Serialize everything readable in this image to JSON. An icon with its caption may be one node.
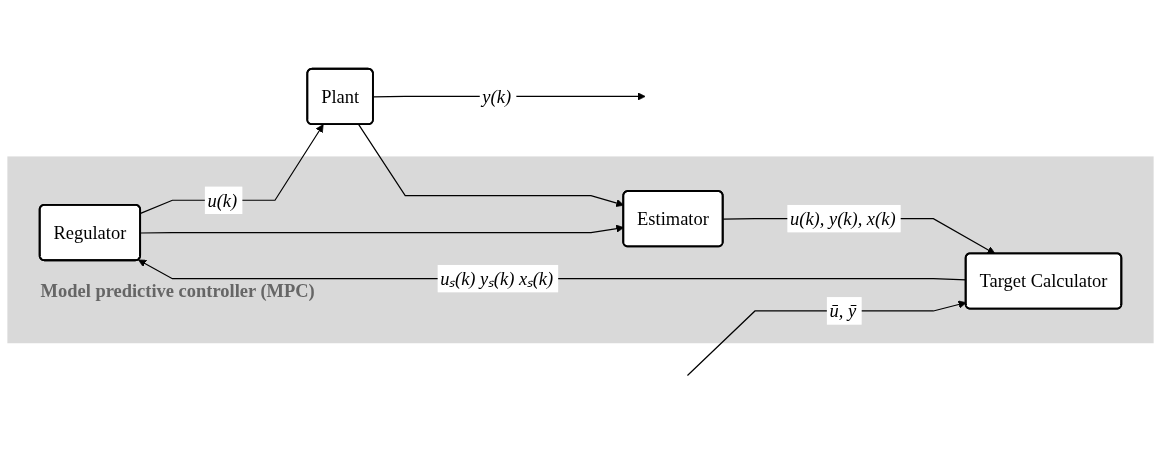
{
  "diagram": {
    "nodes": [
      {
        "text": [
          "Model predictive controller (MPC)"
        ]
      },
      {
        "text": [
          "Regulator"
        ],
        "in": 0
      },
      {
        "text": [
          "Plant"
        ]
      },
      {
        "text": [
          "Estimator"
        ],
        "in": 0
      },
      {
        "text": [
          "Target Calculator"
        ],
        "in": 0
      }
    ],
    "edges": [
      {
        "from": 1,
        "to": 2,
        "arrow": "to",
        "label": "u(k)"
      },
      {
        "from": 1,
        "to": 3,
        "arrow": "to"
      },
      {
        "from": 2,
        "to": null,
        "arrow": "to",
        "label": "y(k)"
      },
      {
        "from": 2,
        "to": 3,
        "arrow": "to"
      },
      {
        "from": 3,
        "to": 4,
        "arrow": "to",
        "label": "u(k), y(k), x(k)"
      },
      {
        "from": 4,
        "to": 1,
        "arrow": "to",
        "label": "uₛ(k) yₛ(k) xₛ(k)"
      },
      {
        "from": null,
        "to": 4,
        "arrow": "to",
        "label": "ū, ȳ"
      }
    ]
  }
}
